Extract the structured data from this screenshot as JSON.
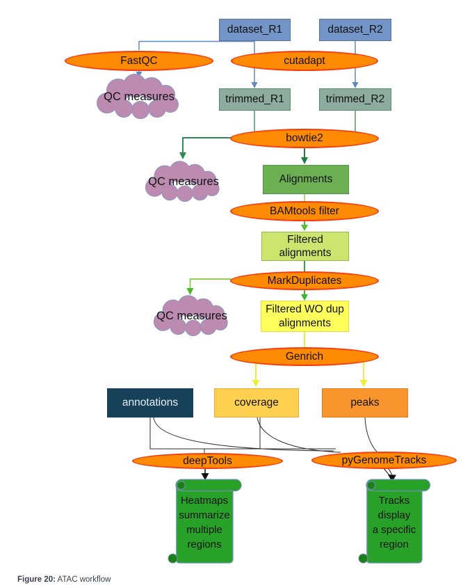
{
  "caption": {
    "prefix": "Figure 20:",
    "text": " ATAC workflow"
  },
  "nodes": {
    "dataset_r1": "dataset_R1",
    "dataset_r2": "dataset_R2",
    "fastqc": "FastQC",
    "cutadapt": "cutadapt",
    "qc_measures_1": "QC measures",
    "qc_measures_2": "QC measures",
    "qc_measures_3": "QC measures",
    "trimmed_r1": "trimmed_R1",
    "trimmed_r2": "trimmed_R2",
    "bowtie2": "bowtie2",
    "alignments": "Alignments",
    "bamtools_filter": "BAMtools filter",
    "filtered_alignments": "Filtered\nalignments",
    "markduplicates": "MarkDuplicates",
    "filtered_wo_dup": "Filtered WO dup\nalignments",
    "genrich": "Genrich",
    "annotations": "annotations",
    "coverage": "coverage",
    "peaks": "peaks",
    "deeptools": "deepTools",
    "pygenometracks": "pyGenomeTracks",
    "heatmaps_note": "Heatmaps\nsummarize\nmultiple\nregions",
    "tracks_note": "Tracks\ndisplay\na specific\nregion"
  },
  "colors": {
    "dataset_box": "#7394c6",
    "trimmed_box": "#8dac9f",
    "tool_ellipse_fill": "#ff8a04",
    "tool_ellipse_border": "#fa3a10",
    "cloud_fill": "#bd8bb0",
    "cloud_border": "#8495c9",
    "alignments_box": "#6db054",
    "filtered_box": "#cde46e",
    "wo_dup_box": "#ffff5c",
    "annotations_box": "#174059",
    "coverage_box": "#fdd14f",
    "peaks_box": "#f8962d",
    "scroll_fill": "#28a128",
    "edge_blue": "#6287bd",
    "edge_green": "#2e8b57",
    "edge_light_green": "#b5d96e",
    "edge_yellow": "#eded3a",
    "edge_black": "#2b2b2b"
  }
}
